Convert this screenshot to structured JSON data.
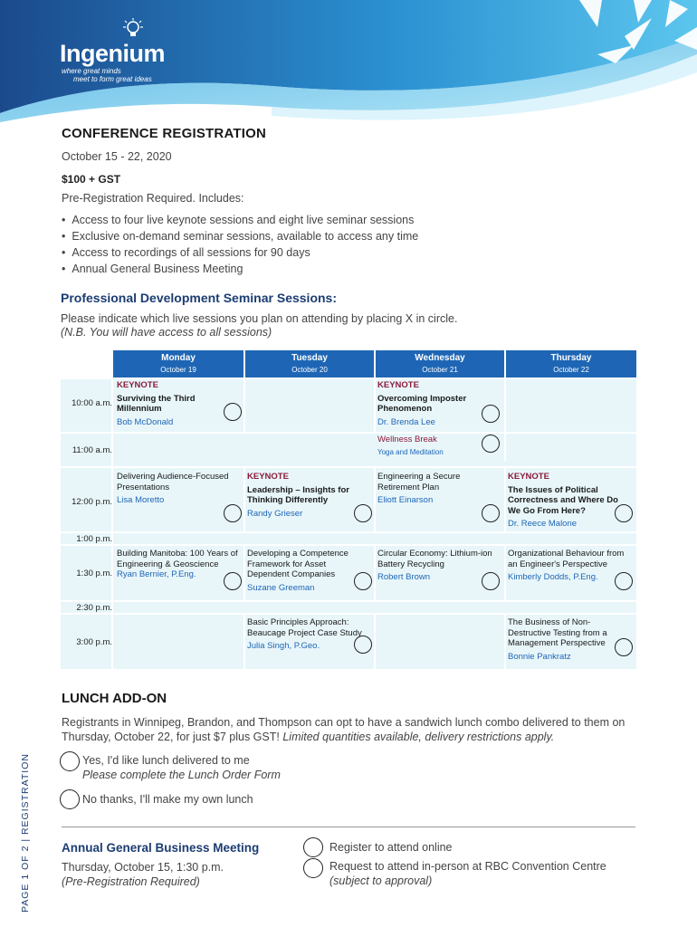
{
  "brand": {
    "name": "Ingenium",
    "tagline_line1": "where great minds",
    "tagline_line2": "meet to form great ideas"
  },
  "title": "CONFERENCE REGISTRATION",
  "dates": "October 15 - 22, 2020",
  "price": "$100 + GST",
  "prereg": "Pre-Registration Required. Includes:",
  "includes": [
    "Access to four live keynote sessions and eight live seminar sessions",
    "Exclusive on-demand seminar sessions, available to access any time",
    "Access to recordings of all sessions for 90 days",
    "Annual General Business Meeting"
  ],
  "seminar_heading": "Professional Development Seminar Sessions:",
  "instruction": "Please indicate which live sessions you plan on attending by placing X in circle.",
  "note": "(N.B. You will have access to all sessions)",
  "days": [
    {
      "day": "Monday",
      "date": "October 19"
    },
    {
      "day": "Tuesday",
      "date": "October 20"
    },
    {
      "day": "Wednesday",
      "date": "October 21"
    },
    {
      "day": "Thursday",
      "date": "October 22"
    }
  ],
  "times": [
    "10:00 a.m.",
    "11:00 a.m.",
    "12:00 p.m.",
    "1:00 p.m.",
    "1:30 p.m.",
    "2:30 p.m.",
    "3:00 p.m."
  ],
  "sessions": {
    "mon_10": {
      "tag": "KEYNOTE",
      "title": "Surviving the Third Millennium",
      "speaker": "Bob McDonald"
    },
    "wed_10": {
      "tag": "KEYNOTE",
      "title": "Overcoming Imposter Phenomenon",
      "speaker": "Dr. Brenda Lee"
    },
    "wed_11": {
      "title": "Wellness Break",
      "speaker": "Yoga and Meditation"
    },
    "mon_12": {
      "title": "Delivering Audience-Focused Presentations",
      "speaker": "Lisa Moretto"
    },
    "tue_12": {
      "tag": "KEYNOTE",
      "title": "Leadership – Insights for Thinking Differently",
      "speaker": "Randy Grieser"
    },
    "wed_12": {
      "title": "Engineering a Secure Retirement Plan",
      "speaker": "Eliott Einarson"
    },
    "thu_12": {
      "tag": "KEYNOTE",
      "title": "The Issues of Political Correctness and Where Do We Go From Here?",
      "speaker": "Dr. Reece Malone"
    },
    "mon_130": {
      "title": "Building Manitoba: 100 Years of Engineering & Geoscience",
      "speaker": "Ryan Bernier, P.Eng."
    },
    "tue_130": {
      "title": "Developing a Competence Framework for Asset Dependent Companies",
      "speaker": "Suzane Greeman"
    },
    "wed_130": {
      "title": "Circular Economy: Lithium-ion Battery Recycling",
      "speaker": "Robert Brown"
    },
    "thu_130": {
      "title": "Organizational Behaviour from an Engineer's Perspective",
      "speaker": "Kimberly Dodds, P.Eng."
    },
    "tue_3": {
      "title": "Basic Principles Approach: Beaucage Project Case Study",
      "speaker": "Julia Singh, P.Geo."
    },
    "thu_3": {
      "title": "The Business of Non-Destructive Testing from a Management Perspective",
      "speaker": "Bonnie Pankratz"
    }
  },
  "lunch": {
    "heading": "LUNCH ADD-ON",
    "text": "Registrants in Winnipeg, Brandon, and Thompson can opt to have a sandwich lunch combo delivered to them on Thursday, October 22, for just $7 plus GST!",
    "text_italic": "Limited quantities available, delivery restrictions apply.",
    "yes": "Yes, I'd like lunch delivered to me",
    "yes_sub": "Please complete the Lunch Order Form",
    "no": "No thanks, I'll make my own lunch"
  },
  "agm": {
    "heading": "Annual General Business Meeting",
    "date": "Thursday, October 15, 1:30 p.m.",
    "note": "(Pre-Registration Required)",
    "online": "Register to attend online",
    "inperson": "Request to attend in-person at RBC Convention Centre",
    "inperson_sub": "(subject to approval)"
  },
  "side_label": "PAGE 1 OF 2  |  REGISTRATION",
  "colors": {
    "primary_blue": "#1e66b5",
    "cell_bg": "#e8f6fa",
    "keynote": "#8b1a3a",
    "heading_navy": "#1c3d72"
  }
}
